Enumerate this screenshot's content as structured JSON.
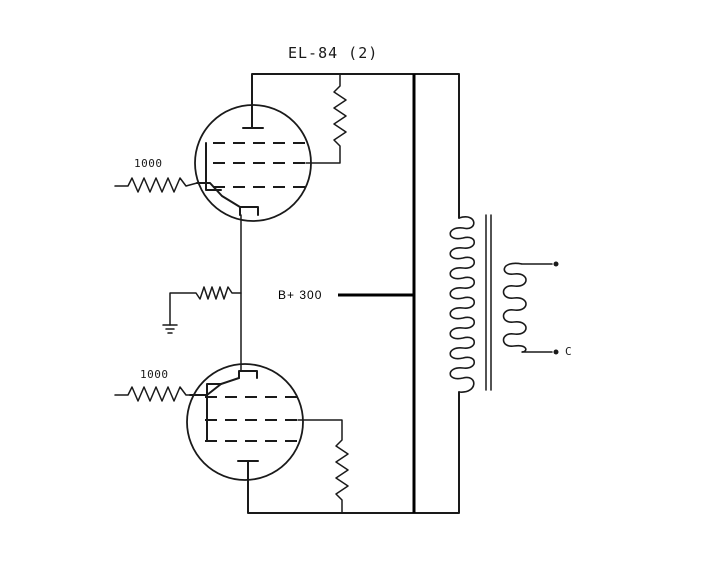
{
  "labels": {
    "tube_type": "EL-84 (2)",
    "upper_grid_resistor": "1000",
    "lower_grid_resistor": "1000",
    "supply": "B+ 300",
    "output_tap": "C"
  }
}
